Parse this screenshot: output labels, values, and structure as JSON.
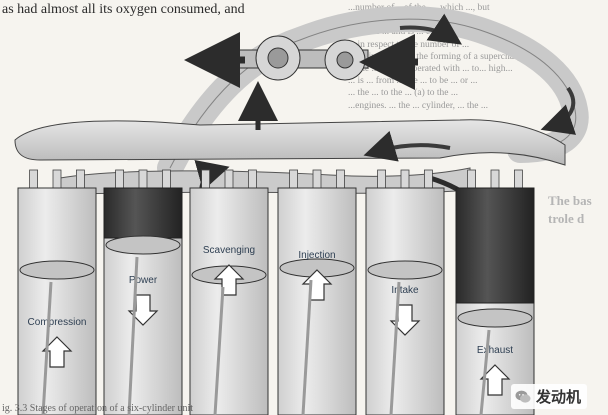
{
  "page_text": {
    "top_line": "as had almost all its oxygen consumed, and",
    "caption": "ig. 3.3 Stages of operation of a six-cylinder unit",
    "right_column": [
      "...number of... of the ..., which ..., but",
      "...coming ... consumes, so the",
      "...can be ... and is ... cylinder",
      "... in respect to the number of ...",
      "...is given to ... in the forming of a supercharger",
      "... the ... can be operated with ... to... high...",
      "... is ... from ... the ... to be ... or ...",
      "... the ... to the ... (a) to the ...",
      "...engines. ... the ... cylinder, ... the ..."
    ],
    "right_heading_lines": [
      "The bas",
      "trole d"
    ]
  },
  "cylinders": [
    {
      "label": "Compression",
      "arrow": "up"
    },
    {
      "label": "Power",
      "arrow": "down"
    },
    {
      "label": "Scavenging",
      "arrow": "up"
    },
    {
      "label": "Injection",
      "arrow": "up"
    },
    {
      "label": "Intake",
      "arrow": "down"
    },
    {
      "label": "Exhaust",
      "arrow": "up"
    }
  ],
  "watermark": {
    "text": "发动机",
    "icon": "wechat-icon"
  },
  "colors": {
    "cylinder_light": "#dcdcdc",
    "cylinder_dark": "#3a3a3a",
    "manifold": "#d0d0d0",
    "outline": "#333333",
    "flow_arrow": "#2c2c2c"
  }
}
